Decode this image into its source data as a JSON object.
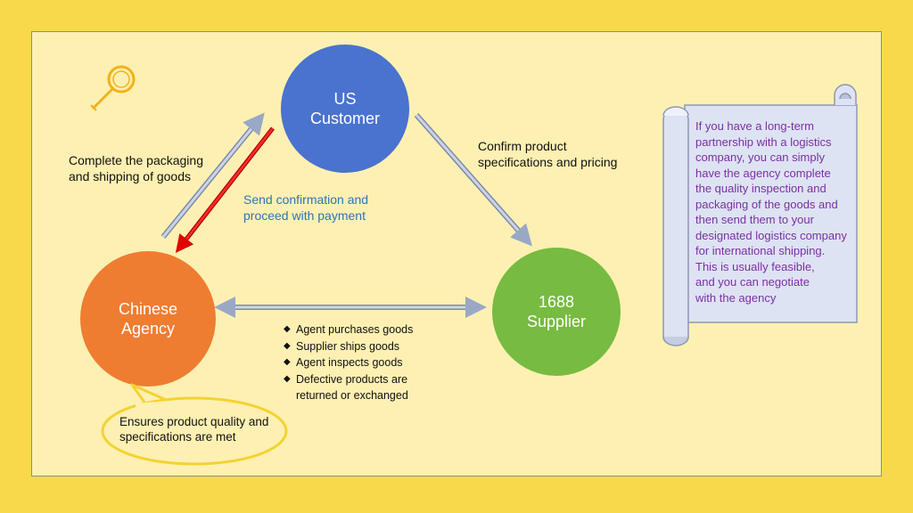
{
  "nodes": {
    "us_customer": "US\nCustomer",
    "chinese_agency": "Chinese\nAgency",
    "supplier": "1688\nSupplier"
  },
  "labels": {
    "packaging_shipping": "Complete the packaging and shipping of goods",
    "confirm_specs": "Confirm product specifications and pricing",
    "send_confirmation": "Send confirmation and proceed with payment",
    "quality_callout": "Ensures product quality and specifications are met"
  },
  "steps": [
    "Agent purchases goods",
    "Supplier ships goods",
    "Agent inspects goods",
    "Defective products are",
    "returned or exchanged"
  ],
  "scroll": {
    "note": "If you have a long-term partnership with a logistics company, you can simply have the agency complete the quality inspection and packaging of the goods and then send them to your designated logistics company for international shipping.",
    "feasible": "This is usually feasible, and you can negotiate with the agency"
  },
  "colors": {
    "background": "#f8d94a",
    "panel": "#fdf0b2",
    "us_customer": "#4a72cf",
    "chinese_agency": "#ef7d31",
    "supplier": "#77bb41",
    "payment_arrow": "#e00000",
    "arrow": "#9aa8c6",
    "scroll_text": "#7b2fa3",
    "label_blue": "#2e74b5"
  },
  "icons": [
    "magnifier-icon",
    "diamond-bullet-icon"
  ]
}
